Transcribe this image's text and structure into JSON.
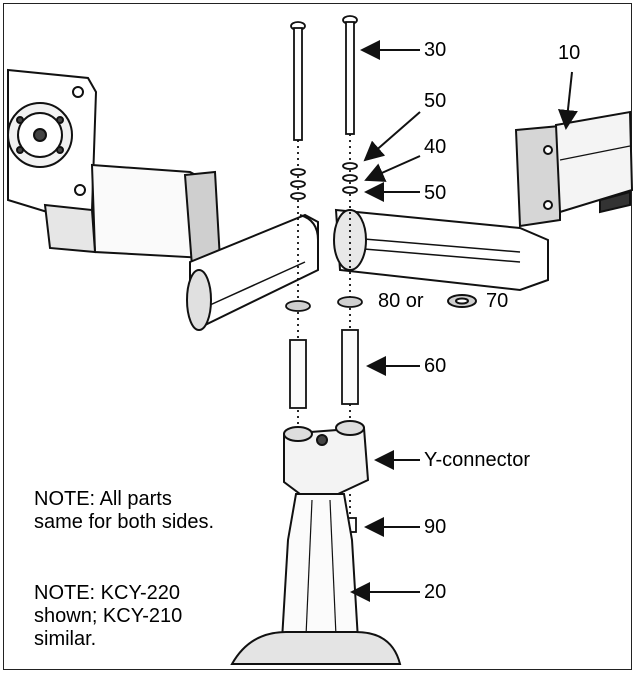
{
  "callouts": {
    "top_screw": "30",
    "arm_clamp": "10",
    "washer_upper": "50",
    "spacer": "40",
    "washer_lower": "50",
    "lock_washer": "80 or",
    "flat_washer": "70",
    "sleeve": "60",
    "connector": "Y-connector",
    "set_screw": "90",
    "pole": "20"
  },
  "notes": {
    "note1": [
      "NOTE: All parts",
      "same for both sides."
    ],
    "note2": [
      "NOTE: KCY-220",
      "shown; KCY-210",
      "similar."
    ]
  },
  "colors": {
    "line": "#111111",
    "fill": "#ffffff",
    "shade": "#d8d8d8",
    "dark_shade": "#9a9a9a"
  }
}
